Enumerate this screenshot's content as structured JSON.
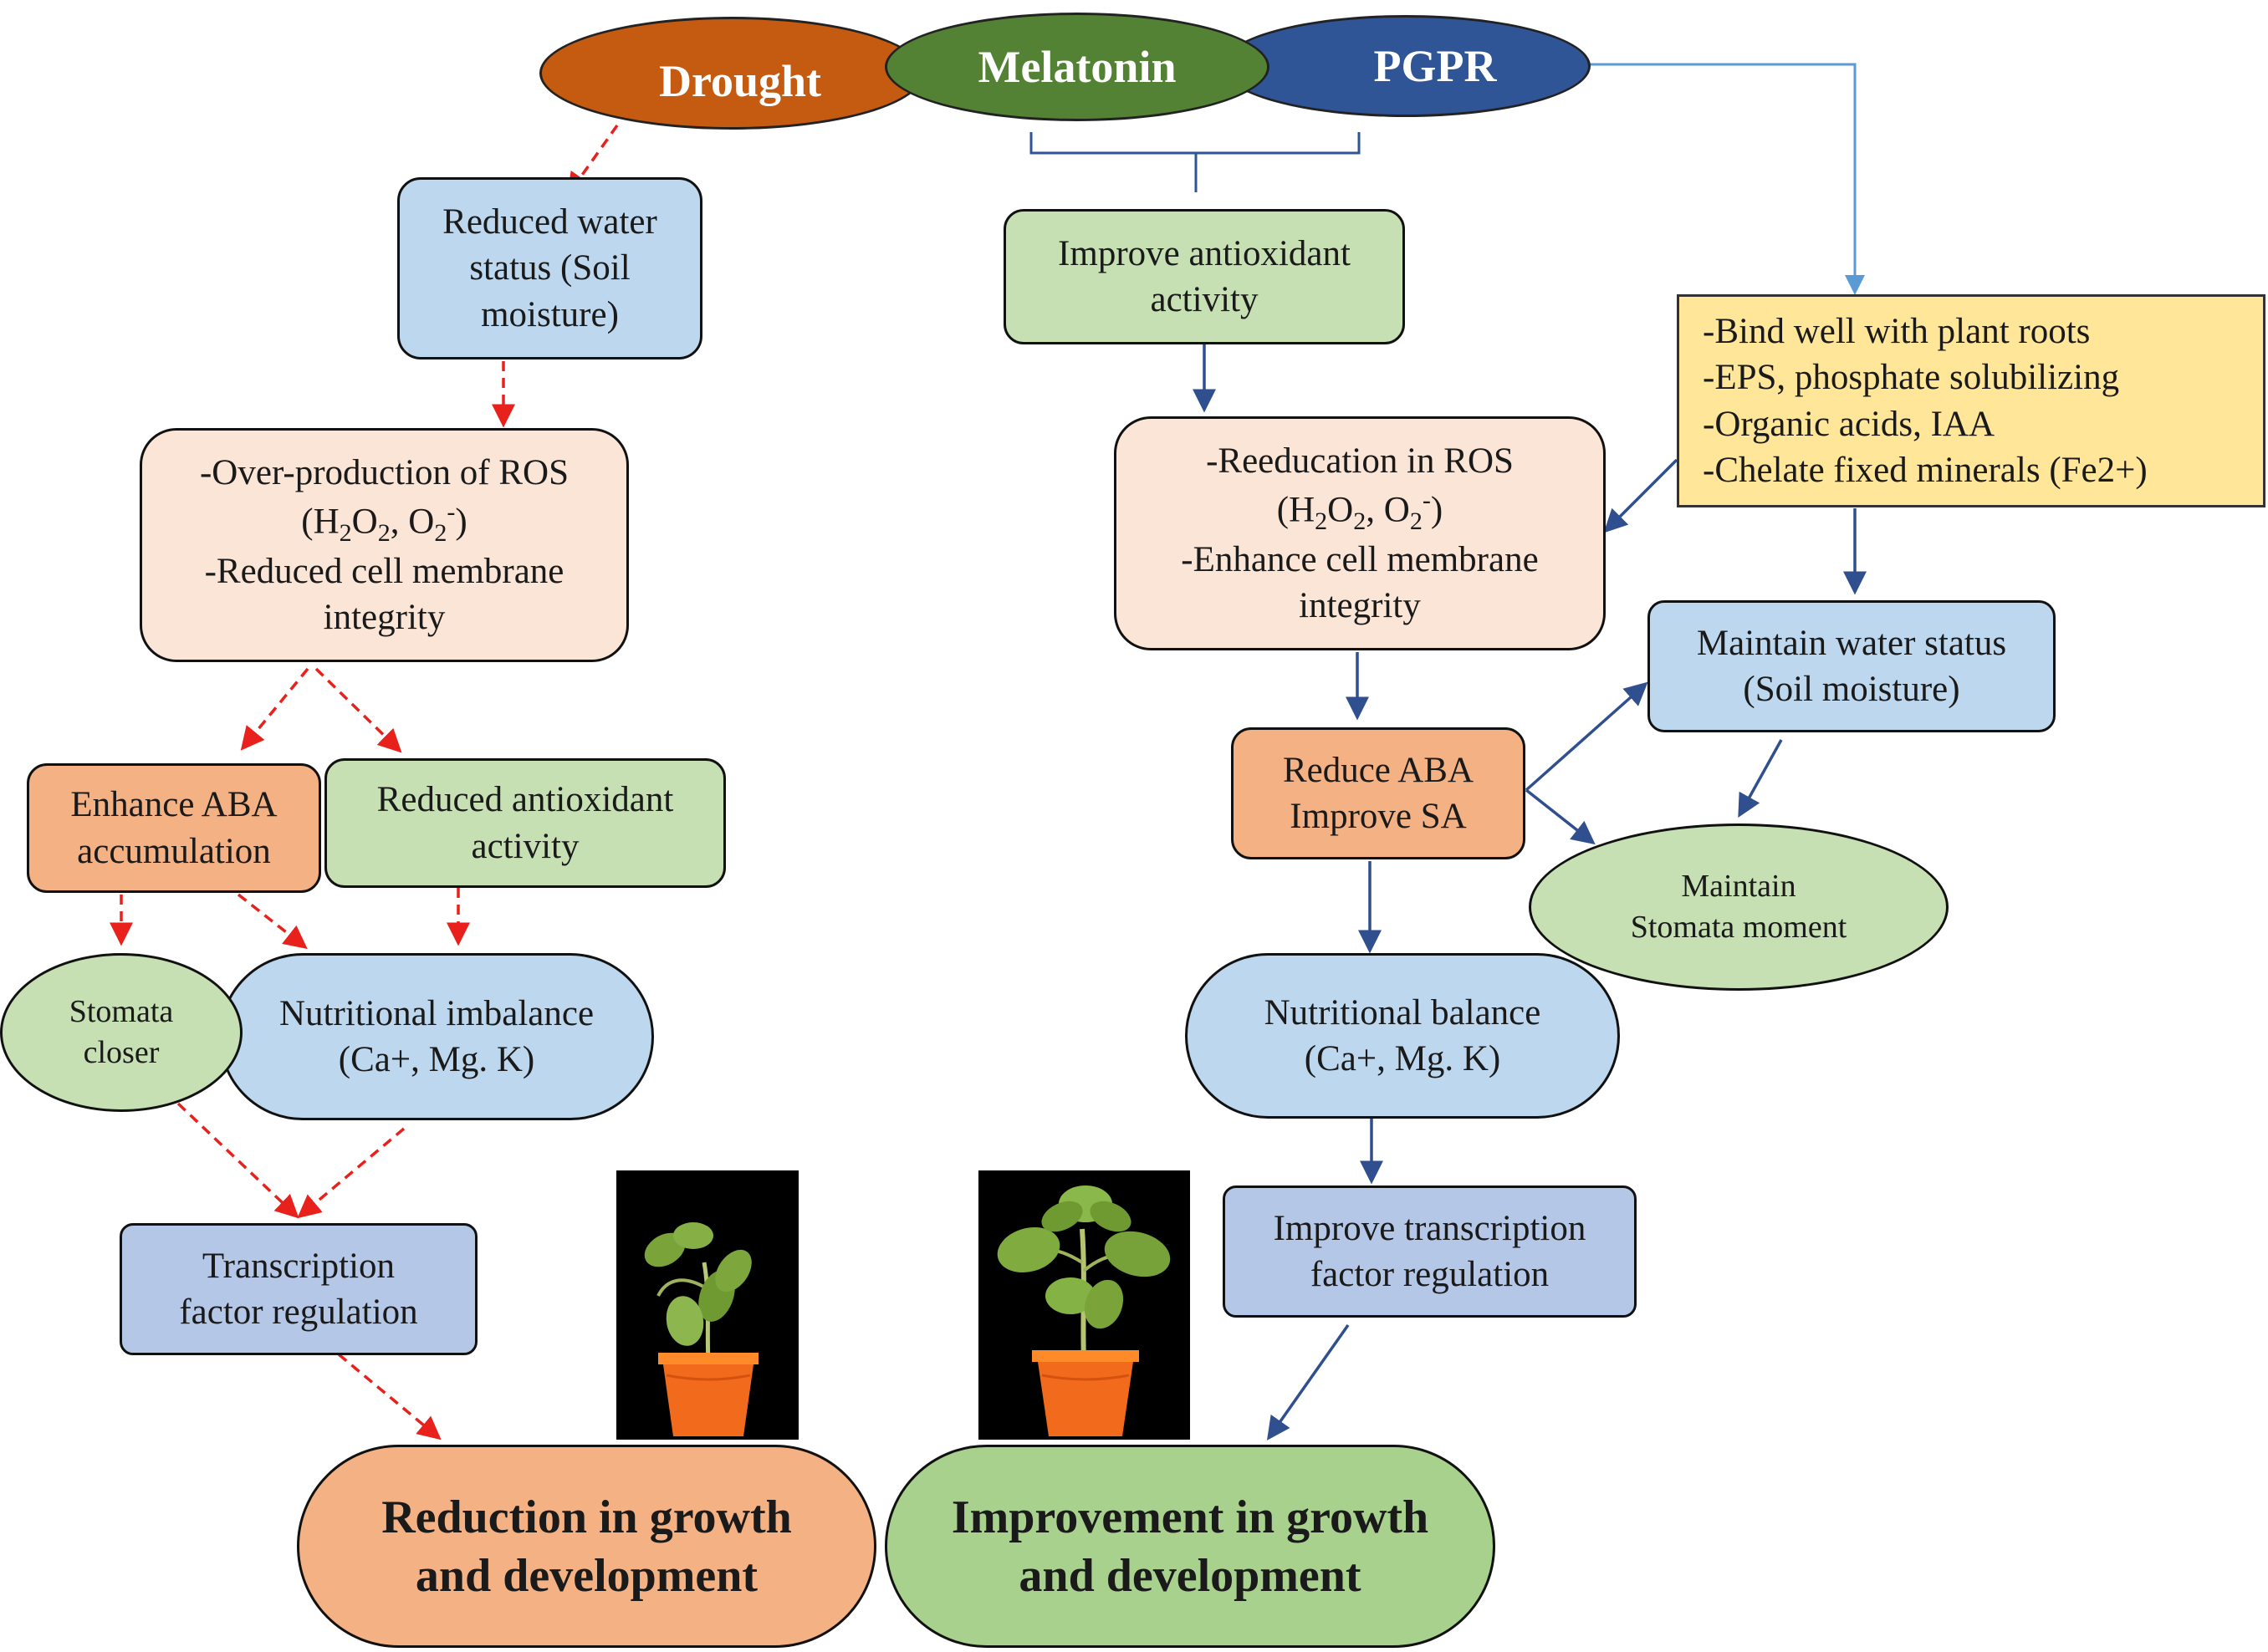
{
  "top": {
    "drought": "Drought",
    "melatonin": "Melatonin",
    "pgpr": "PGPR"
  },
  "left": {
    "water": [
      "Reduced water",
      "status (Soil",
      "moisture)"
    ],
    "ros": {
      "line1": "-Over-production of ROS",
      "chem_h": "(H",
      "chem_2a": "2",
      "chem_o": "O",
      "chem_2b": "2",
      "chem_sep": ", O",
      "chem_2c": "2",
      "chem_minus": "-",
      "chem_close": ")",
      "line3": "-Reduced cell membrane",
      "line4": "integrity"
    },
    "aba": [
      "Enhance ABA",
      "accumulation"
    ],
    "antioxidant": [
      "Reduced antioxidant",
      "activity"
    ],
    "stomata": [
      "Stomata",
      "closer"
    ],
    "nutrition": [
      "Nutritional imbalance",
      "(Ca+, Mg. K)"
    ],
    "transcription": [
      "Transcription",
      "factor regulation"
    ],
    "outcome": [
      "Reduction in growth",
      "and development"
    ]
  },
  "right": {
    "antioxidant": [
      "Improve antioxidant",
      "activity"
    ],
    "pgpr_traits": [
      "-Bind well with plant roots",
      "-EPS, phosphate solubilizing",
      "-Organic acids, IAA",
      "-Chelate fixed minerals (Fe2+)"
    ],
    "ros": {
      "line1": "-Reeducation in ROS",
      "chem_h": "(H",
      "chem_2a": "2",
      "chem_o": "O",
      "chem_2b": "2",
      "chem_sep": ", O",
      "chem_2c": "2",
      "chem_minus": "-",
      "chem_close": ")",
      "line3": "-Enhance cell membrane",
      "line4": "integrity"
    },
    "water": [
      "Maintain water status",
      "(Soil moisture)"
    ],
    "aba": [
      "Reduce ABA",
      "Improve SA"
    ],
    "stomata": [
      "Maintain",
      "Stomata moment"
    ],
    "nutrition": [
      "Nutritional balance",
      "(Ca+, Mg. K)"
    ],
    "transcription": [
      "Improve transcription",
      "factor regulation"
    ],
    "outcome": [
      "Improvement in growth",
      "and development"
    ]
  },
  "colors": {
    "drought": "#c55a11",
    "melatonin": "#548235",
    "pgpr": "#2f5597",
    "negative_arrow": "#e8211d",
    "positive_arrow": "#2f4f8f",
    "pgpr_arrow": "#5b9bd5",
    "outcome_negative": "#f4b183",
    "outcome_positive": "#a9d18e"
  }
}
